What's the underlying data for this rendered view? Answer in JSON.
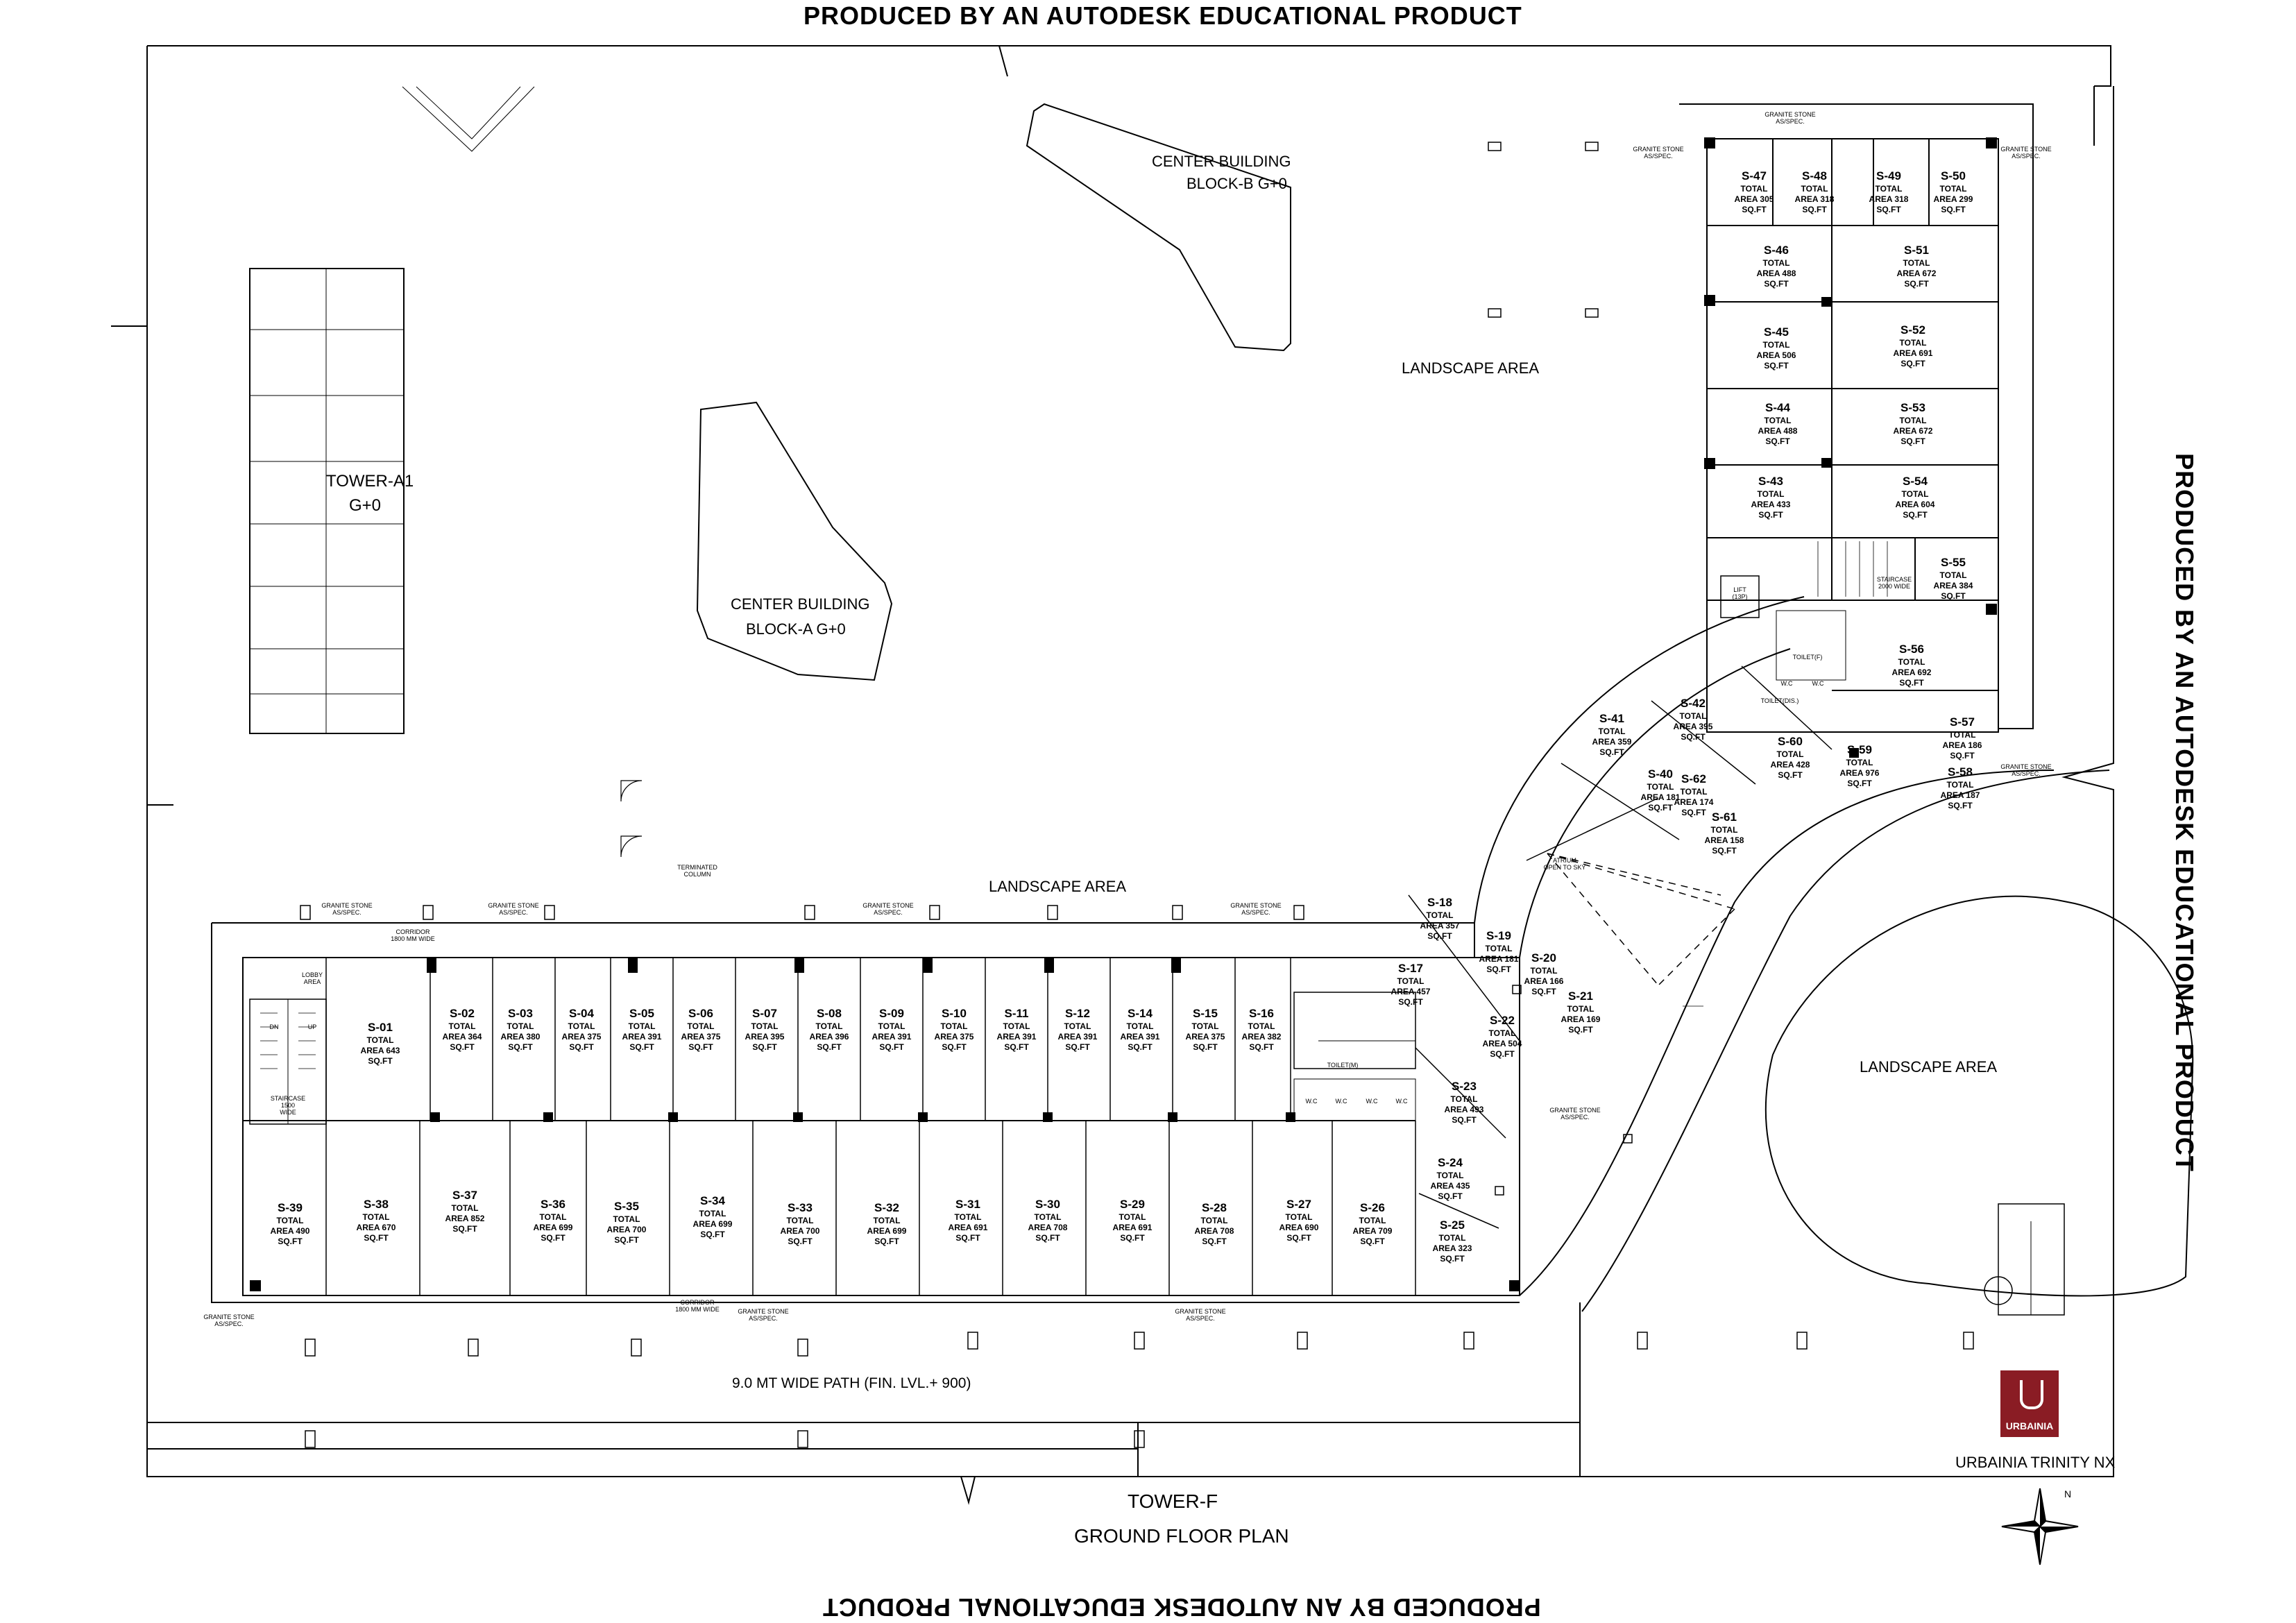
{
  "watermark": "PRODUCED BY AN AUTODESK EDUCATIONAL PRODUCT",
  "drawing": {
    "tower_title": "TOWER-F",
    "plan_title": "GROUND FLOOR PLAN",
    "project_name": "URBAINIA TRINITY NX",
    "logo_text": "URBAINIA",
    "north_label": "N"
  },
  "labels": {
    "tower_a1": "TOWER-A1",
    "tower_a1_floors": "G+0",
    "center_a": "CENTER BUILDING",
    "center_a_block": "BLOCK-A G+0",
    "center_b": "CENTER BUILDING",
    "center_b_block": "BLOCK-B G+0",
    "landscape": "LANDSCAPE AREA",
    "path": "9.0 MT WIDE PATH (FIN. LVL.+ 900)",
    "corridor": "CORRIDOR",
    "corridor_width": "1800 MM WIDE",
    "staircase": "STAIRCASE",
    "staircase_width": "1500",
    "staircase_wide": "WIDE",
    "staircase_2": "STAIRCASE",
    "staircase_2_width": "2000 WIDE",
    "lobby": "LOBBY",
    "lobby_area": "AREA",
    "lift": "LIFT",
    "lift_cap": "(13P)",
    "toilet_m": "TOILET(M)",
    "toilet_f": "TOILET(F)",
    "toilet_dis": "TOILET(DIS.)",
    "wc": "W.C",
    "atrium": "ATRIUM",
    "atrium_sub": "OPEN TO SKY",
    "terminated": "TERMINATED",
    "terminated_sub": "COLUMN",
    "granite": "GRANITE STONE",
    "granite_sub": "AS/SPEC.",
    "dn": "DN",
    "up": "UP",
    "total_area": "TOTAL",
    "area_word": "AREA",
    "sqft": "SQ.FT"
  },
  "units": [
    {
      "id": "S-01",
      "area": "643"
    },
    {
      "id": "S-02",
      "area": "364"
    },
    {
      "id": "S-03",
      "area": "380"
    },
    {
      "id": "S-04",
      "area": "375"
    },
    {
      "id": "S-05",
      "area": "391"
    },
    {
      "id": "S-06",
      "area": "375"
    },
    {
      "id": "S-07",
      "area": "395"
    },
    {
      "id": "S-08",
      "area": "396"
    },
    {
      "id": "S-09",
      "area": "391"
    },
    {
      "id": "S-10",
      "area": "375"
    },
    {
      "id": "S-11",
      "area": "391"
    },
    {
      "id": "S-12",
      "area": "391"
    },
    {
      "id": "S-14",
      "area": "391"
    },
    {
      "id": "S-15",
      "area": "375"
    },
    {
      "id": "S-16",
      "area": "382"
    },
    {
      "id": "S-17",
      "area": "457"
    },
    {
      "id": "S-18",
      "area": "357"
    },
    {
      "id": "S-19",
      "area": "181"
    },
    {
      "id": "S-20",
      "area": "166"
    },
    {
      "id": "S-21",
      "area": "169"
    },
    {
      "id": "S-22",
      "area": "504"
    },
    {
      "id": "S-23",
      "area": "493"
    },
    {
      "id": "S-24",
      "area": "435"
    },
    {
      "id": "S-25",
      "area": "323"
    },
    {
      "id": "S-26",
      "area": "709"
    },
    {
      "id": "S-27",
      "area": "690"
    },
    {
      "id": "S-28",
      "area": "708"
    },
    {
      "id": "S-29",
      "area": "691"
    },
    {
      "id": "S-30",
      "area": "708"
    },
    {
      "id": "S-31",
      "area": "691"
    },
    {
      "id": "S-32",
      "area": "699"
    },
    {
      "id": "S-33",
      "area": "700"
    },
    {
      "id": "S-34",
      "area": "699"
    },
    {
      "id": "S-35",
      "area": "700"
    },
    {
      "id": "S-36",
      "area": "699"
    },
    {
      "id": "S-37",
      "area": "852"
    },
    {
      "id": "S-38",
      "area": "670"
    },
    {
      "id": "S-39",
      "area": "490"
    },
    {
      "id": "S-40",
      "area": "181"
    },
    {
      "id": "S-41",
      "area": "359"
    },
    {
      "id": "S-42",
      "area": "395"
    },
    {
      "id": "S-43",
      "area": "433"
    },
    {
      "id": "S-44",
      "area": "488"
    },
    {
      "id": "S-45",
      "area": "506"
    },
    {
      "id": "S-46",
      "area": "488"
    },
    {
      "id": "S-47",
      "area": "305"
    },
    {
      "id": "S-48",
      "area": "318"
    },
    {
      "id": "S-49",
      "area": "318"
    },
    {
      "id": "S-50",
      "area": "299"
    },
    {
      "id": "S-51",
      "area": "672"
    },
    {
      "id": "S-52",
      "area": "691"
    },
    {
      "id": "S-53",
      "area": "672"
    },
    {
      "id": "S-54",
      "area": "604"
    },
    {
      "id": "S-55",
      "area": "384"
    },
    {
      "id": "S-56",
      "area": "692"
    },
    {
      "id": "S-57",
      "area": "186"
    },
    {
      "id": "S-58",
      "area": "187"
    },
    {
      "id": "S-59",
      "area": "976"
    },
    {
      "id": "S-60",
      "area": "428"
    },
    {
      "id": "S-61",
      "area": "158"
    },
    {
      "id": "S-62",
      "area": "174"
    }
  ],
  "colors": {
    "ink": "#000000",
    "logo": "#8a1c24",
    "paper": "#ffffff"
  }
}
